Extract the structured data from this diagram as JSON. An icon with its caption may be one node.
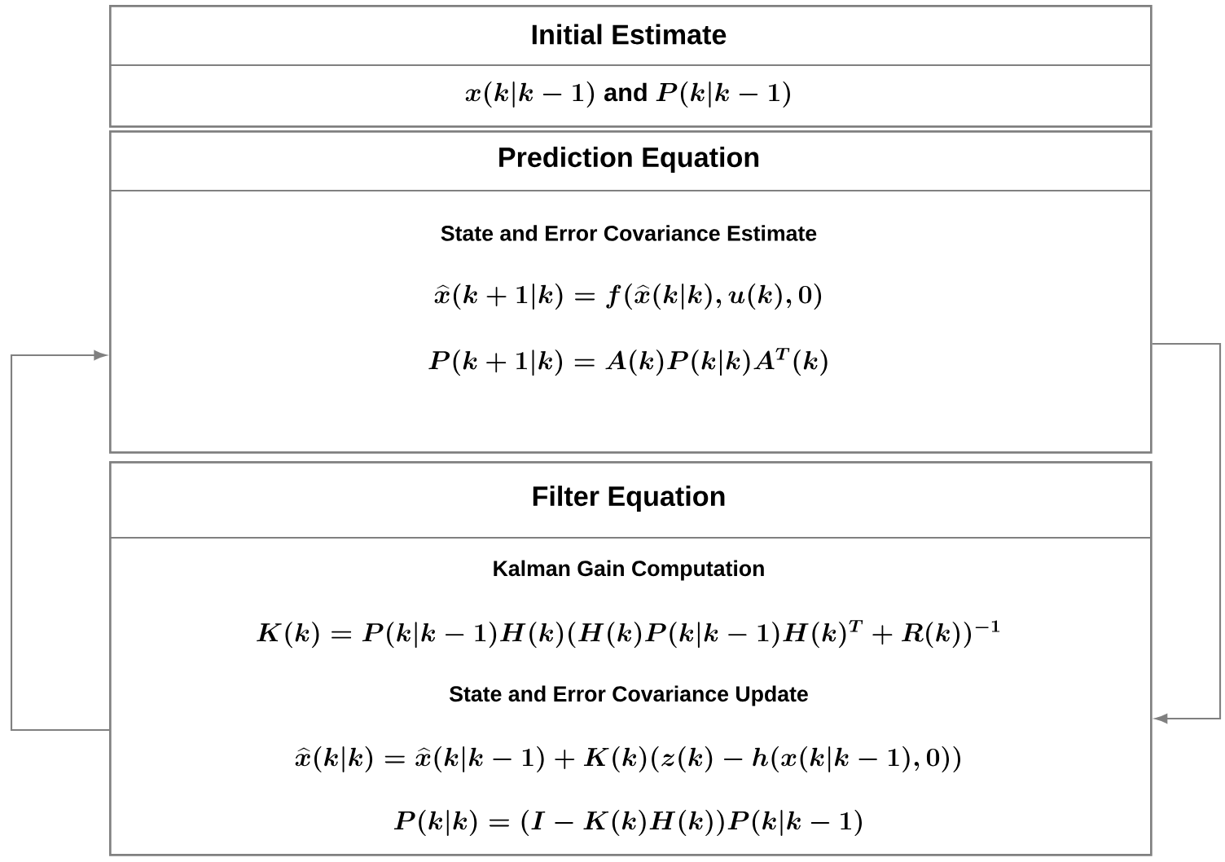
{
  "diagram": {
    "nodes": [
      {
        "text": [
          "Initial Estimate",
          "x(k|k-1)\\ \\textbf{and}\\ P(k|k-1)"
        ]
      },
      {
        "text": [
          "Prediction Equation",
          "State and Error Covariance Estimate",
          "\\widehat{x}(k+1|k) = f(\\widehat{x}(k|k), u(k), 0)",
          "P(k+1|k) = A(k)P(k|k)A^{T}(k)"
        ]
      },
      {
        "text": [
          "Filter Equation",
          "Kalman Gain Computation",
          "K(k) = P(k|k-1)H(k)(H(k)P(k|k-1)H(k)^{T} + R(k))^{-1}",
          "State and Error Covariance Update",
          "\\widehat{x}(k|k) = \\widehat{x}(k|k-1) + K(k)(z(k) - h(x(k|k-1), 0))",
          "P(k|k) = (I - K(k)H(k))P(k|k-1)"
        ]
      }
    ],
    "edges": [
      {
        "from": 1,
        "to": 2,
        "arrow": "to"
      },
      {
        "from": 2,
        "to": 1,
        "arrow": "to"
      }
    ]
  }
}
